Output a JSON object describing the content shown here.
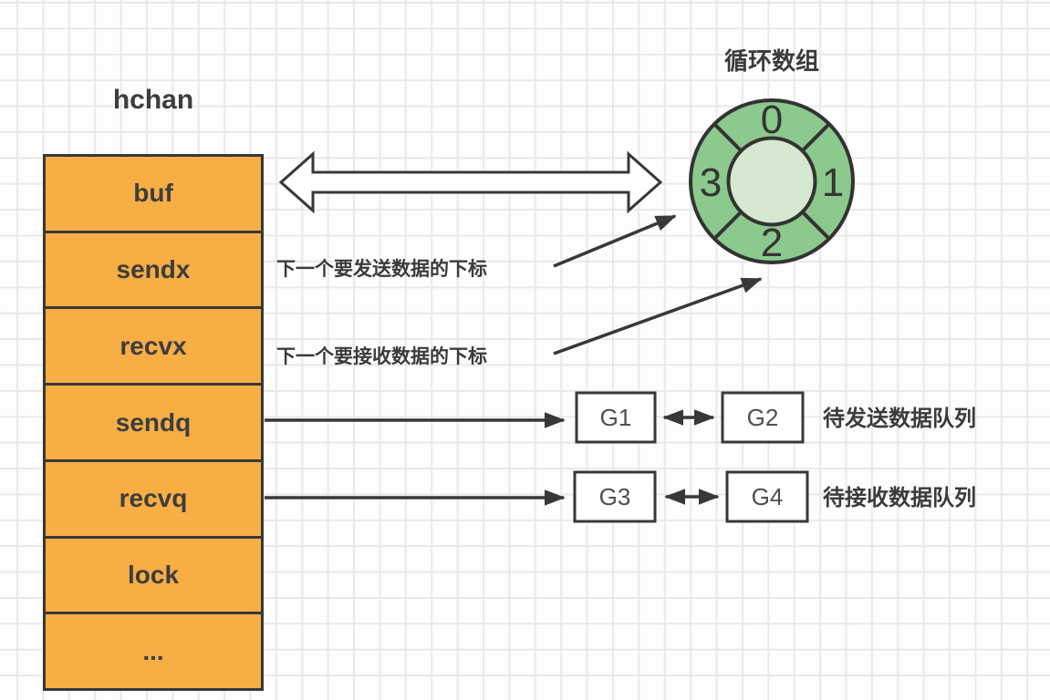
{
  "colors": {
    "box_orange": "#F7AE45",
    "outline_dark": "#383838",
    "ring_green": "#8BC98D",
    "ring_inner_green": "#D6E9D0",
    "node_white": "#FFFFFF",
    "text_dark": "#3D3D3D",
    "g_text_gray": "#4F4F4F"
  },
  "hchan": {
    "title": "hchan",
    "fields": [
      "buf",
      "sendx",
      "recvx",
      "sendq",
      "recvq",
      "lock",
      "..."
    ]
  },
  "circular_array": {
    "title": "循环数组",
    "slots": [
      "0",
      "1",
      "2",
      "3"
    ]
  },
  "annotations": {
    "sendx_note": "下一个要发送数据的下标",
    "recvx_note": "下一个要接收数据的下标",
    "send_queue_label": "待发送数据队列",
    "recv_queue_label": "待接收数据队列"
  },
  "goroutines": {
    "g1": "G1",
    "g2": "G2",
    "g3": "G3",
    "g4": "G4"
  }
}
